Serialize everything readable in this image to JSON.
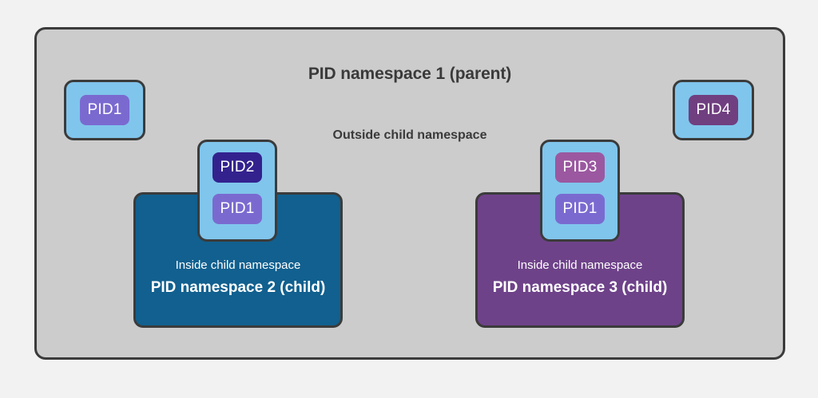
{
  "diagram": {
    "title": "PID namespace 1 (parent)",
    "outside_label": "Outside child namespace",
    "background_color": "#f2f2f2",
    "parent": {
      "name": "PID namespace 1 (parent)",
      "fill": "#cccccc",
      "stroke": "#3b3b3b"
    },
    "children": [
      {
        "inside_label": "Inside child namespace",
        "title": "PID namespace 2 (child)",
        "fill": "#11608f",
        "stroke": "#3b3b3b"
      },
      {
        "inside_label": "Inside child namespace",
        "title": "PID namespace 3 (child)",
        "fill": "#6e4289",
        "stroke": "#3b3b3b"
      }
    ],
    "process_cards": [
      {
        "id": "card-pid1-left",
        "card_fill": "#80c5ec",
        "pids": [
          {
            "label": "PID1",
            "color": "#7a6ad0"
          }
        ]
      },
      {
        "id": "card-pid2-pid1",
        "card_fill": "#80c5ec",
        "pids": [
          {
            "label": "PID2",
            "color": "#33228e"
          },
          {
            "label": "PID1",
            "color": "#7a6ad0"
          }
        ]
      },
      {
        "id": "card-pid3-pid1",
        "card_fill": "#80c5ec",
        "pids": [
          {
            "label": "PID3",
            "color": "#9b58a0"
          },
          {
            "label": "PID1",
            "color": "#7a6ad0"
          }
        ]
      },
      {
        "id": "card-pid4-right",
        "card_fill": "#80c5ec",
        "pids": [
          {
            "label": "PID4",
            "color": "#703f80"
          }
        ]
      }
    ]
  }
}
